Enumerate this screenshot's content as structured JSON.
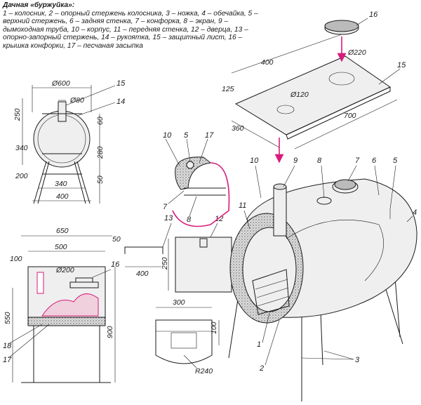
{
  "legend": {
    "title": "Дачная «буржуйка»:",
    "text": "1 – колосник, 2 – опорный стержень колосника, 3 – ножка, 4 – обечайка, 5 – верхний стержень, 6 – задняя стенка, 7 – конфорка, 8 – экран, 9 – дымоходная труба, 10 – корпус, 11 – передняя стенка, 12 – дверца, 13 – опорно-запорный стержень, 14 – рукоятка, 15 – защитный лист, 16 – крышка конфорки, 17 – песчаная засыпка"
  },
  "front_view": {
    "dims": {
      "d600": "Ø600",
      "d80": "Ø80",
      "h250": "250",
      "h340": "340",
      "h200": "200",
      "w340": "340",
      "w400": "400",
      "h60": "60",
      "h280": "280",
      "h50": "50"
    },
    "callouts": {
      "c15": "15",
      "c14": "14"
    }
  },
  "side_view": {
    "dims": {
      "w650": "650",
      "w500": "500",
      "h100": "100",
      "d200": "Ø200",
      "h550": "550",
      "h900": "900"
    },
    "callouts": {
      "c16": "16",
      "c18": "18",
      "c17": "17"
    }
  },
  "door_detail": {
    "dims": {
      "w50": "50",
      "w400": "400",
      "h250": "250"
    },
    "callouts": {
      "c13": "13",
      "c12": "12"
    }
  },
  "plate_detail": {
    "dims": {
      "w300": "300",
      "h100": "100",
      "r240": "R240"
    }
  },
  "sheet_detail": {
    "dims": {
      "w400": "400",
      "w125": "125",
      "d220": "Ø220",
      "d120": "Ø120",
      "w360": "360",
      "w700": "700"
    },
    "callouts": {
      "c15": "15",
      "c16": "16"
    }
  },
  "inset_detail": {
    "callouts": {
      "c10": "10",
      "c5": "5",
      "c17": "17",
      "c7": "7",
      "c8": "8"
    }
  },
  "main_view": {
    "callouts": {
      "c10": "10",
      "c9": "9",
      "c8": "8",
      "c7": "7",
      "c6": "6",
      "c5": "5",
      "c4": "4",
      "c11": "11",
      "c1": "1",
      "c2": "2",
      "c3": "3"
    }
  },
  "colors": {
    "accent": "#d81b7a",
    "ink": "#1a1a1a"
  }
}
